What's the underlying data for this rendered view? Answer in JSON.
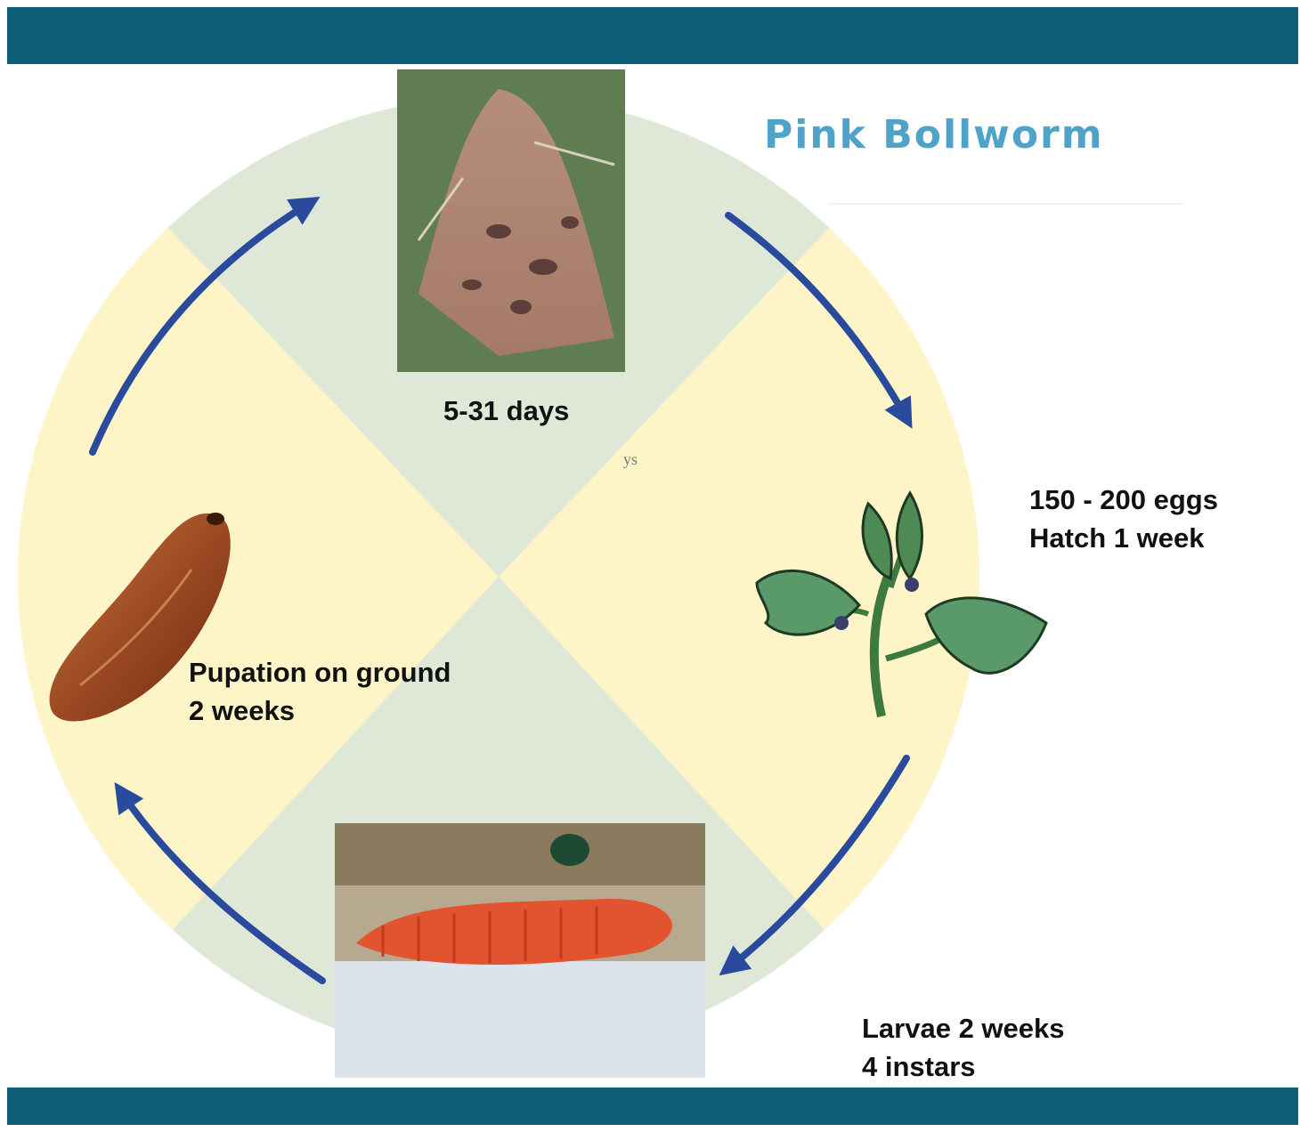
{
  "title": "Pink Bollworm",
  "stages": {
    "adult": {
      "label": "5-31 days",
      "icon": "moth"
    },
    "eggs": {
      "line1": "150 - 200 eggs",
      "line2": "Hatch 1 week",
      "icon": "cotton-leaf-with-eggs"
    },
    "larva": {
      "line1": "Larvae 2 weeks",
      "line2": "4 instars",
      "icon": "red-caterpillar"
    },
    "pupa": {
      "line1": "Pupation on ground",
      "line2": "2 weeks",
      "icon": "brown-pupa"
    }
  },
  "stray_text": "ys",
  "colors": {
    "header_bar": "#0e5f7a",
    "title": "#4fa3c9",
    "sector_green": "#dfe8d6",
    "sector_yellow": "#fdf5c8",
    "arrow": "#2a4a9e"
  }
}
